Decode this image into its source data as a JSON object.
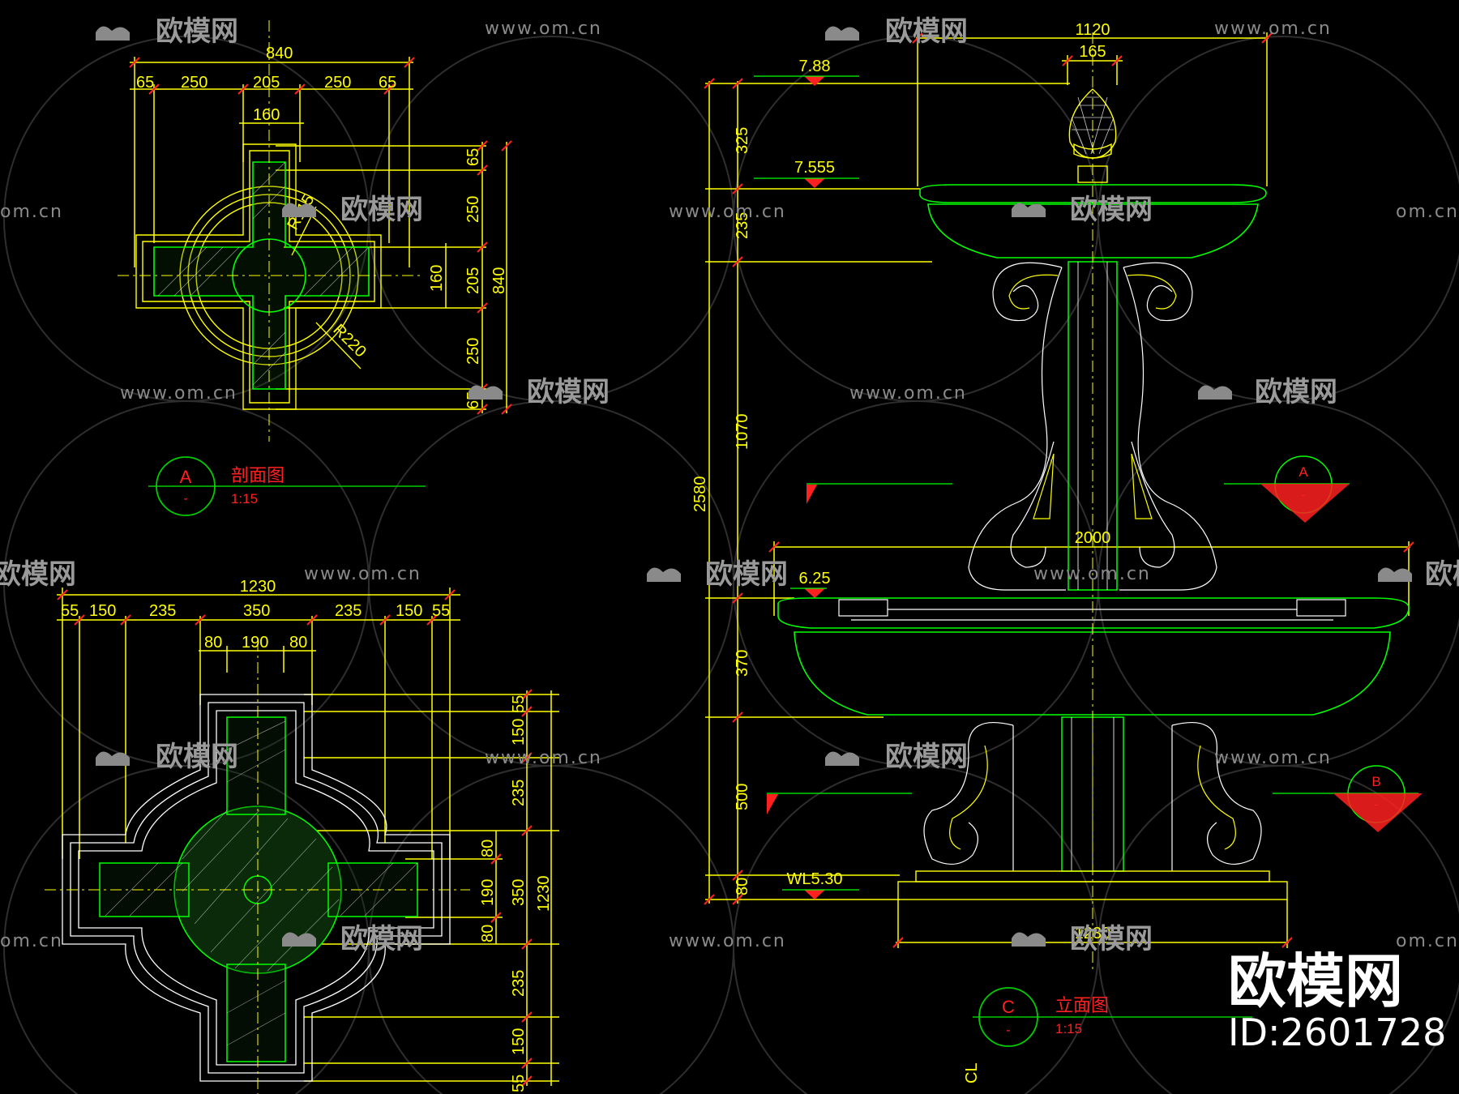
{
  "view_a": {
    "dims_top": [
      "840",
      "65",
      "250",
      "205",
      "250",
      "65",
      "160"
    ],
    "dims_right": [
      "65",
      "250",
      "205",
      "160",
      "840",
      "250",
      "65"
    ],
    "radius_small": "R115",
    "radius_large": "R220",
    "tag_letter": "A",
    "tag_sub": "-",
    "title": "剖面图",
    "scale": "1:15"
  },
  "view_b": {
    "dims_top": [
      "1230",
      "55",
      "150",
      "235",
      "350",
      "235",
      "150",
      "55",
      "80",
      "190",
      "80"
    ],
    "dims_right": [
      "55",
      "150",
      "235",
      "80",
      "190",
      "350",
      "1230",
      "80",
      "235",
      "150",
      "55"
    ]
  },
  "view_c": {
    "dims_top": [
      "1120",
      "165"
    ],
    "levels": [
      "7.88",
      "7.555",
      "6.25",
      "WL5.30"
    ],
    "dims_left": [
      "325",
      "235",
      "1070",
      "2580",
      "370",
      "500",
      "80"
    ],
    "dim_mid": "2000",
    "dim_bottom": "1230",
    "section_a": {
      "letter": "A",
      "sub": "-"
    },
    "section_b": {
      "letter": "B",
      "sub": "-"
    },
    "tag_letter": "C",
    "tag_sub": "-",
    "title": "立面图",
    "scale": "1:15",
    "centerline": "CL"
  },
  "watermark": {
    "url": "www.om.cn",
    "cn_name": "欧模网",
    "partial_domain": "om.cn",
    "partial_brand": "欧模网"
  },
  "brand": {
    "name": "欧模网",
    "id_text": "ID:2601728"
  },
  "colors": {
    "background": "#000000",
    "dimension": "#ffff00",
    "outline": "#00ff00",
    "label": "#ff2020",
    "detail": "#ffffff"
  }
}
